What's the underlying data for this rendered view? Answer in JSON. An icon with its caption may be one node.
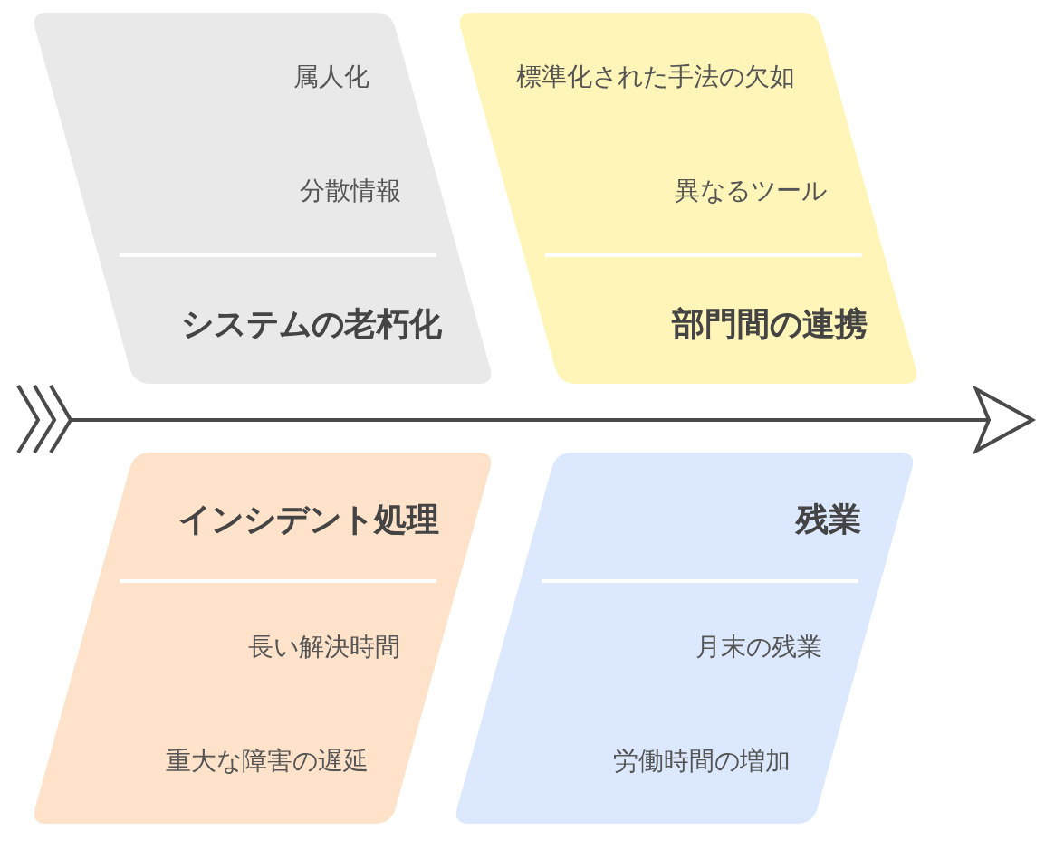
{
  "diagram": {
    "nodes": [
      {
        "text": [
          "属人化",
          "分散情報",
          "システムの老朽化"
        ]
      },
      {
        "text": [
          "標準化された手法の欠如",
          "異なるツール",
          "部門間の連携"
        ]
      },
      {
        "text": [
          "インシデント処理",
          "長い解決時間",
          "重大な障害の遅延"
        ]
      },
      {
        "text": [
          "残業",
          "月末の残業",
          "労働時間の増加"
        ]
      }
    ]
  }
}
